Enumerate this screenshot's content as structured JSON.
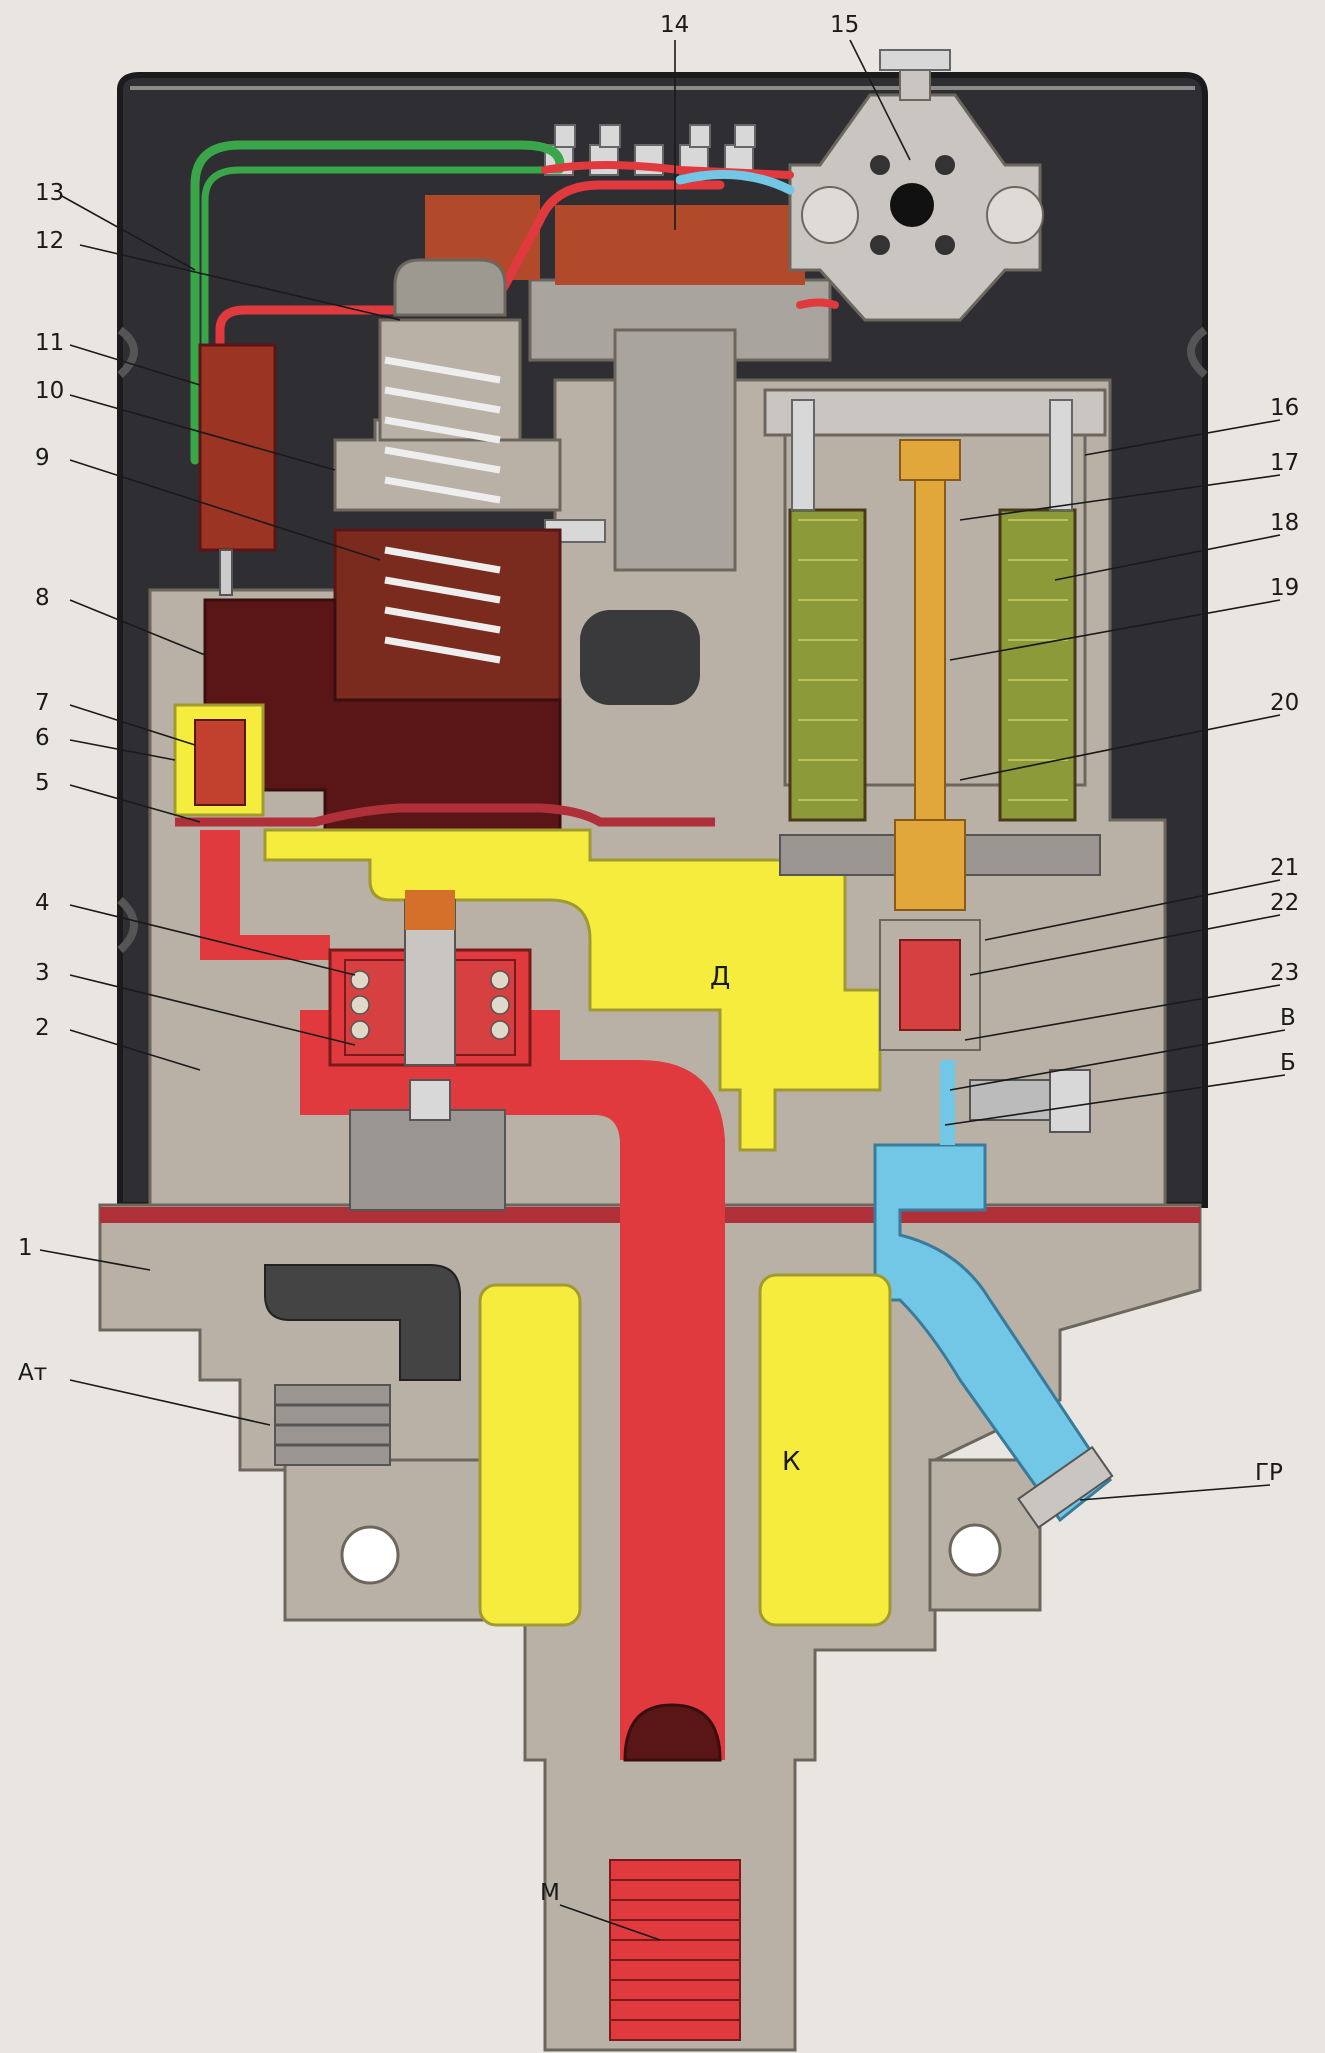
{
  "colors": {
    "body_gray": "#b9b1a6",
    "housing_dark": "#2f2f33",
    "air_red": "#e03a3e",
    "yellow_zone": "#f5ec3d",
    "blue_channel": "#72c6e6",
    "dark_red": "#5a1616",
    "copper": "#b04a2a",
    "coil_green": "#8d9a3a",
    "brass": "#e2a73a",
    "wire_green": "#3aa64a"
  },
  "labels": [
    {
      "id": "1",
      "text": "1"
    },
    {
      "id": "2",
      "text": "2"
    },
    {
      "id": "3",
      "text": "3"
    },
    {
      "id": "4",
      "text": "4"
    },
    {
      "id": "5",
      "text": "5"
    },
    {
      "id": "6",
      "text": "6"
    },
    {
      "id": "7",
      "text": "7"
    },
    {
      "id": "8",
      "text": "8"
    },
    {
      "id": "9",
      "text": "9"
    },
    {
      "id": "10",
      "text": "10"
    },
    {
      "id": "11",
      "text": "11"
    },
    {
      "id": "12",
      "text": "12"
    },
    {
      "id": "13",
      "text": "13"
    },
    {
      "id": "14",
      "text": "14"
    },
    {
      "id": "15",
      "text": "15"
    },
    {
      "id": "16",
      "text": "16"
    },
    {
      "id": "17",
      "text": "17"
    },
    {
      "id": "18",
      "text": "18"
    },
    {
      "id": "19",
      "text": "19"
    },
    {
      "id": "20",
      "text": "20"
    },
    {
      "id": "21",
      "text": "21"
    },
    {
      "id": "22",
      "text": "22"
    },
    {
      "id": "23",
      "text": "23"
    },
    {
      "id": "V",
      "text": "В"
    },
    {
      "id": "B",
      "text": "Б"
    },
    {
      "id": "At",
      "text": "Ат"
    },
    {
      "id": "GR",
      "text": "ГР"
    },
    {
      "id": "M",
      "text": "М"
    }
  ],
  "zones": {
    "D": "Д",
    "K": "К"
  }
}
